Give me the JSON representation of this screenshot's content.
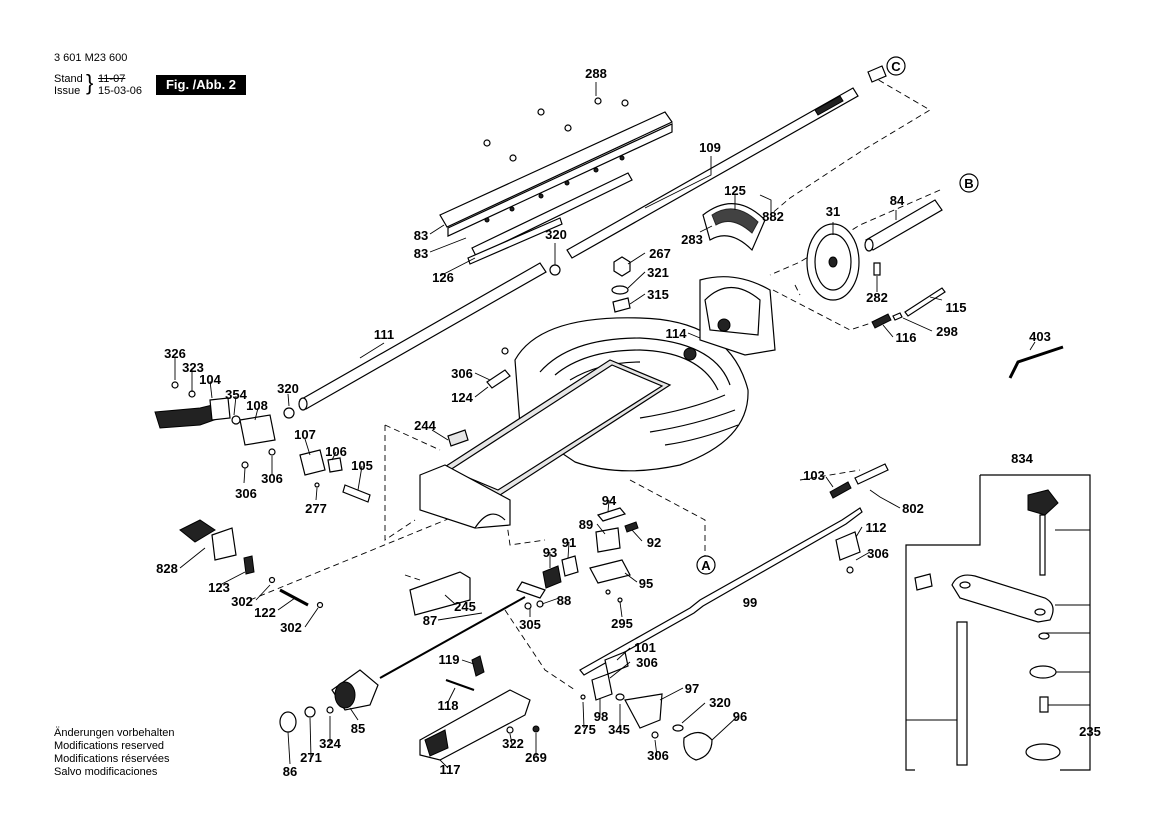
{
  "header": {
    "part_number": "3 601 M23 600",
    "stand_label": "Stand",
    "issue_label": "Issue",
    "stand_value": "11-07",
    "issue_value": "15-03-06",
    "figure_badge": "Fig. /Abb. 2"
  },
  "notes": [
    "Änderungen vorbehalten",
    "Modifications reserved",
    "Modifications réservées",
    "Salvo modificaciones"
  ],
  "callouts": [
    "A",
    "B",
    "C"
  ],
  "part_labels": {
    "p288": "288",
    "p109": "109",
    "p125": "125",
    "p882": "882",
    "p283": "283",
    "p31": "31",
    "p84": "84",
    "p83a": "83",
    "p83b": "83",
    "p320a": "320",
    "p267": "267",
    "p321": "321",
    "p315": "315",
    "p126": "126",
    "p282": "282",
    "p115": "115",
    "p116": "116",
    "p298": "298",
    "p403": "403",
    "p111": "111",
    "p114": "114",
    "p326": "326",
    "p323": "323",
    "p104": "104",
    "p354": "354",
    "p320b": "320",
    "p108": "108",
    "p306a": "306",
    "p124": "124",
    "p244": "244",
    "p107": "107",
    "p106": "106",
    "p105": "105",
    "p306b": "306",
    "p306c": "306",
    "p277": "277",
    "p103": "103",
    "p802": "802",
    "p834": "834",
    "p94": "94",
    "p89": "89",
    "p92": "92",
    "p91": "91",
    "p93": "93",
    "p112": "112",
    "p306d": "306",
    "p828": "828",
    "p123": "123",
    "p95": "95",
    "p302a": "302",
    "p122": "122",
    "p302b": "302",
    "p88": "88",
    "p99": "99",
    "p245": "245",
    "p305": "305",
    "p295": "295",
    "p87": "87",
    "p101": "101",
    "p306e": "306",
    "p119": "119",
    "p97": "97",
    "p118": "118",
    "p320c": "320",
    "p96": "96",
    "p98": "98",
    "p85": "85",
    "p275": "275",
    "p345": "345",
    "p324": "324",
    "p322": "322",
    "p271": "271",
    "p269": "269",
    "p306f": "306",
    "p235": "235",
    "p86": "86",
    "p117": "117"
  }
}
